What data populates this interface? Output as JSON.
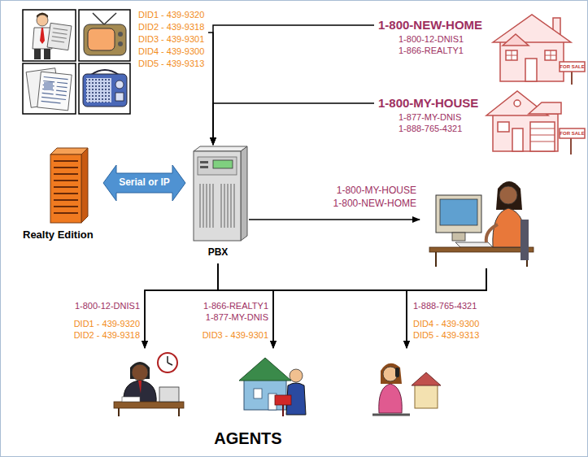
{
  "diagram": {
    "nodes": [
      {
        "text": [
          "DID1 - 439-9320",
          "DID2 - 439-9318",
          "DID3 - 439-9301",
          "DID4 - 439-9300",
          "DID5 - 439-9313"
        ]
      },
      {
        "text": [
          "1-800-NEW-HOME",
          "1-800-12-DNIS1",
          "1-866-REALTY1"
        ]
      },
      {
        "text": [
          "1-800-MY-HOUSE",
          "1-877-MY-DNIS",
          "1-888-765-4321"
        ]
      },
      {
        "text": [
          "Realty Edition"
        ]
      },
      {
        "text": [
          "PBX"
        ]
      },
      {
        "text": [
          "1-800-MY-HOUSE",
          "1-800-NEW-HOME"
        ]
      },
      {
        "text": [
          "1-800-12-DNIS1",
          "DID1 - 439-9320",
          "DID2 - 439-9318"
        ]
      },
      {
        "text": [
          "1-866-REALTY1",
          "1-877-MY-DNIS",
          "DID3 - 439-9301"
        ]
      },
      {
        "text": [
          "1-888-765-4321",
          "DID4 - 439-9300",
          "DID5 - 439-9313"
        ]
      }
    ],
    "edges": [
      {
        "from": 0,
        "to": 4,
        "arrow": "to"
      },
      {
        "from": 1,
        "to": 4,
        "arrow": "to"
      },
      {
        "from": 2,
        "to": 4,
        "arrow": "to"
      },
      {
        "from": 3,
        "to": 4,
        "label": "Serial or IP",
        "arrow": "both"
      },
      {
        "from": 4,
        "to": 5,
        "arrow": "to"
      },
      {
        "from": 4,
        "to": 6,
        "arrow": "to"
      },
      {
        "from": 4,
        "to": 7,
        "arrow": "to"
      },
      {
        "from": 4,
        "to": 8,
        "arrow": "to"
      },
      {
        "from": 5,
        "to": 6,
        "arrow": "to"
      },
      {
        "from": 5,
        "to": 7,
        "arrow": "to"
      },
      {
        "from": 5,
        "to": 8,
        "arrow": "to"
      }
    ],
    "labels": [
      "FOR SALE",
      "FOR SALE",
      "AGENTS"
    ]
  }
}
